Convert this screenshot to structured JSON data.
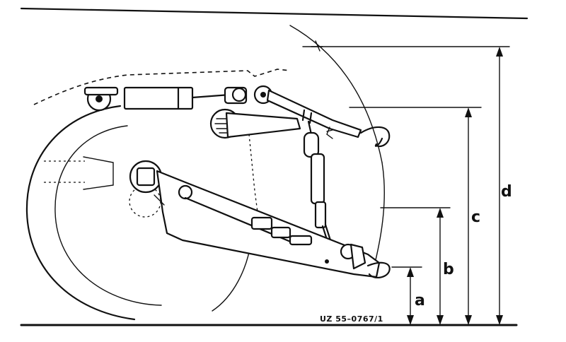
{
  "diagram": {
    "dimension_labels": {
      "a": "a",
      "b": "b",
      "c": "c",
      "d": "d"
    },
    "reference_code": "UZ 55–0767/1"
  }
}
